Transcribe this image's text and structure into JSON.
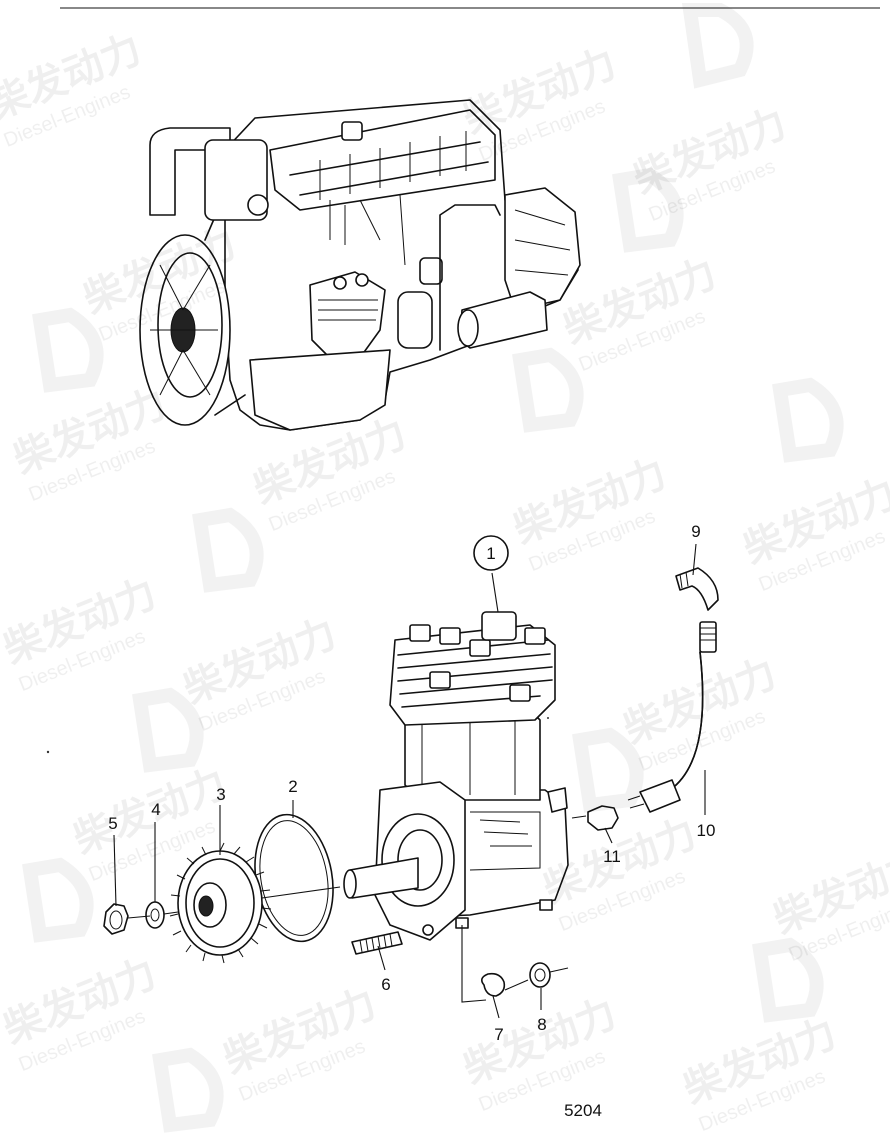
{
  "diagram": {
    "drawing_number": "5204",
    "callouts": [
      {
        "id": "1",
        "label": "1",
        "circled": true
      },
      {
        "id": "2",
        "label": "2"
      },
      {
        "id": "3",
        "label": "3"
      },
      {
        "id": "4",
        "label": "4"
      },
      {
        "id": "5",
        "label": "5"
      },
      {
        "id": "6",
        "label": "6"
      },
      {
        "id": "7",
        "label": "7"
      },
      {
        "id": "8",
        "label": "8"
      },
      {
        "id": "9",
        "label": "9"
      },
      {
        "id": "10",
        "label": "10"
      },
      {
        "id": "11",
        "label": "11"
      }
    ]
  },
  "watermark": {
    "chinese": "柴发动力",
    "english": "Diesel-Engines"
  }
}
